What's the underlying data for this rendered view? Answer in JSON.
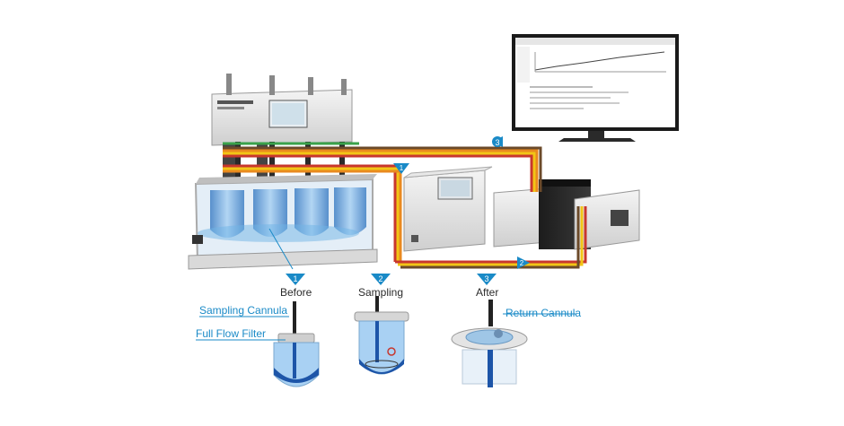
{
  "stages": {
    "before": {
      "step": "1",
      "label": "Before"
    },
    "sampling": {
      "step": "2",
      "label": "Sampling"
    },
    "after": {
      "step": "3",
      "label": "After"
    }
  },
  "callouts": {
    "sampling_cannula": "Sampling Cannula",
    "full_flow_filter": "Full Flow Filter",
    "return_cannula": "Return Cannula"
  },
  "flow_markers": [
    "1",
    "2",
    "3"
  ],
  "colors": {
    "accent_blue": "#1a8ac7",
    "vessel_blue": "#6fb4e6",
    "tube_red": "#c8372d",
    "tube_orange": "#e98a1f",
    "tube_yellow": "#f2c516",
    "tube_dark": "#6b4a2a"
  }
}
